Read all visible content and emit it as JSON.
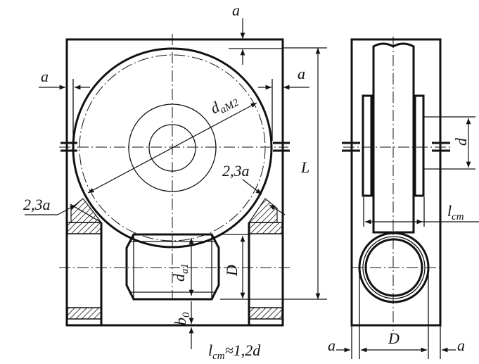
{
  "labels": {
    "a_top": "a",
    "a_left": "a",
    "a_right": "a",
    "d_aM2_main": "d",
    "d_aM2_sub": "aM2",
    "L": "L",
    "coef_left": "2,3a",
    "coef_right": "2,3a",
    "d_a1_main": "d",
    "d_a1_sub": "a1",
    "D_front": "D",
    "b0_main": "b",
    "b0_sub": "0",
    "lst_formula_main": "l",
    "lst_formula_sub": "ст",
    "lst_formula_rest": "≈1,2d",
    "d_side": "d",
    "lst_side_main": "l",
    "lst_side_sub": "ст",
    "D_side": "D",
    "a_side_left": "a",
    "a_side_right": "a"
  }
}
